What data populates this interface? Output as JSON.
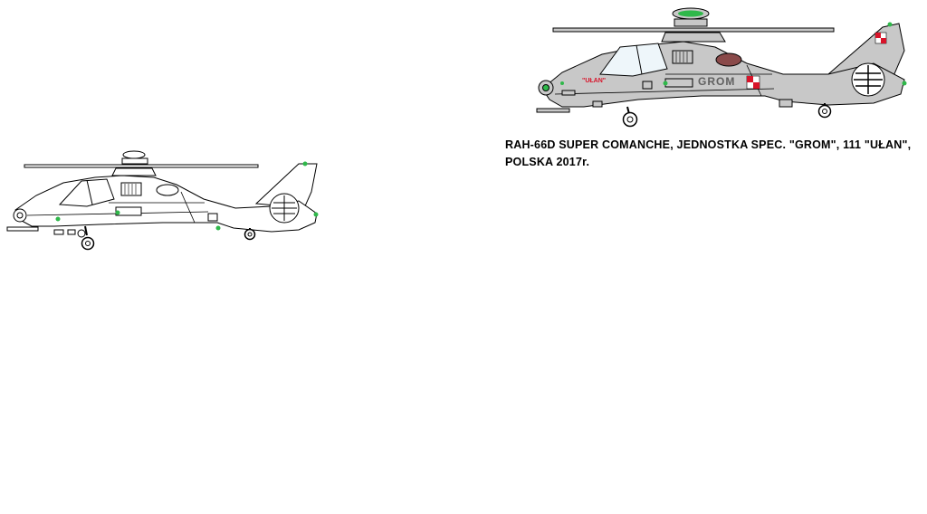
{
  "caption": {
    "line1": "RAH-66D SUPER COMANCHE, JEDNOSTKA SPEC. \"GROM\", 111 \"UŁAN\",",
    "line2": "POLSKA 2017r."
  },
  "markings": {
    "name": "\"UŁAN\"",
    "unit": "GROM"
  },
  "colors": {
    "background": "#ffffff",
    "outline": "#000000",
    "left_fill": "#ffffff",
    "right_fill": "#c8c8c8",
    "canopy": "#eef6fa",
    "nav_light": "#2fb84a",
    "insignia_red": "#d8142a",
    "exhaust": "#8a4a4a"
  },
  "icons": [
    "helicopter-outline-drawing",
    "helicopter-grey-livery-drawing",
    "polish-checkerboard-roundel"
  ]
}
